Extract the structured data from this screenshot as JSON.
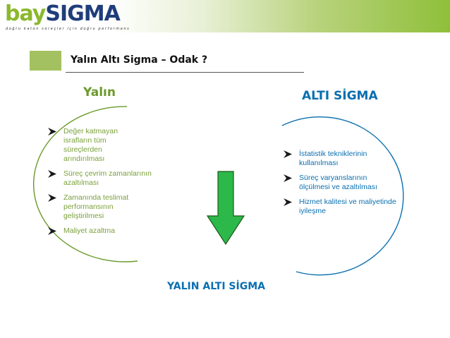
{
  "header": {
    "logo_part1": "bay",
    "logo_part2": "SIGMA",
    "tagline": "doğru katon süreçler için doğru performans"
  },
  "slide": {
    "title": "Yalın Altı Sigma – Odak ?",
    "left_heading": "Yalın",
    "right_heading": "ALTI SİGMA",
    "bottom_label": "YALIN ALTI SİGMA",
    "left_items": [
      {
        "label": "Değer katmayan israfların tüm süreçlerden arındırılması"
      },
      {
        "label": "Süreç çevrim zamanlarının azaltılması"
      },
      {
        "label": "Zamanında teslimat performansının geliştirilmesi"
      },
      {
        "label": "Maliyet azaltma"
      }
    ],
    "right_items": [
      {
        "label": "İstatistik tekniklerinin kullanılması"
      },
      {
        "label": "Süreç varyanslarının ölçülmesi ve azaltılması"
      },
      {
        "label": "Hizmet kalitesi ve maliyetinde iyileşme"
      }
    ]
  },
  "colors": {
    "green": "#6a9a2a",
    "blue": "#0a6fb0",
    "arrow_fill": "#2db84a",
    "arrow_stroke": "#1a5a1a",
    "left_circle": "#6a9a2a",
    "right_circle": "#0a6fb0"
  }
}
